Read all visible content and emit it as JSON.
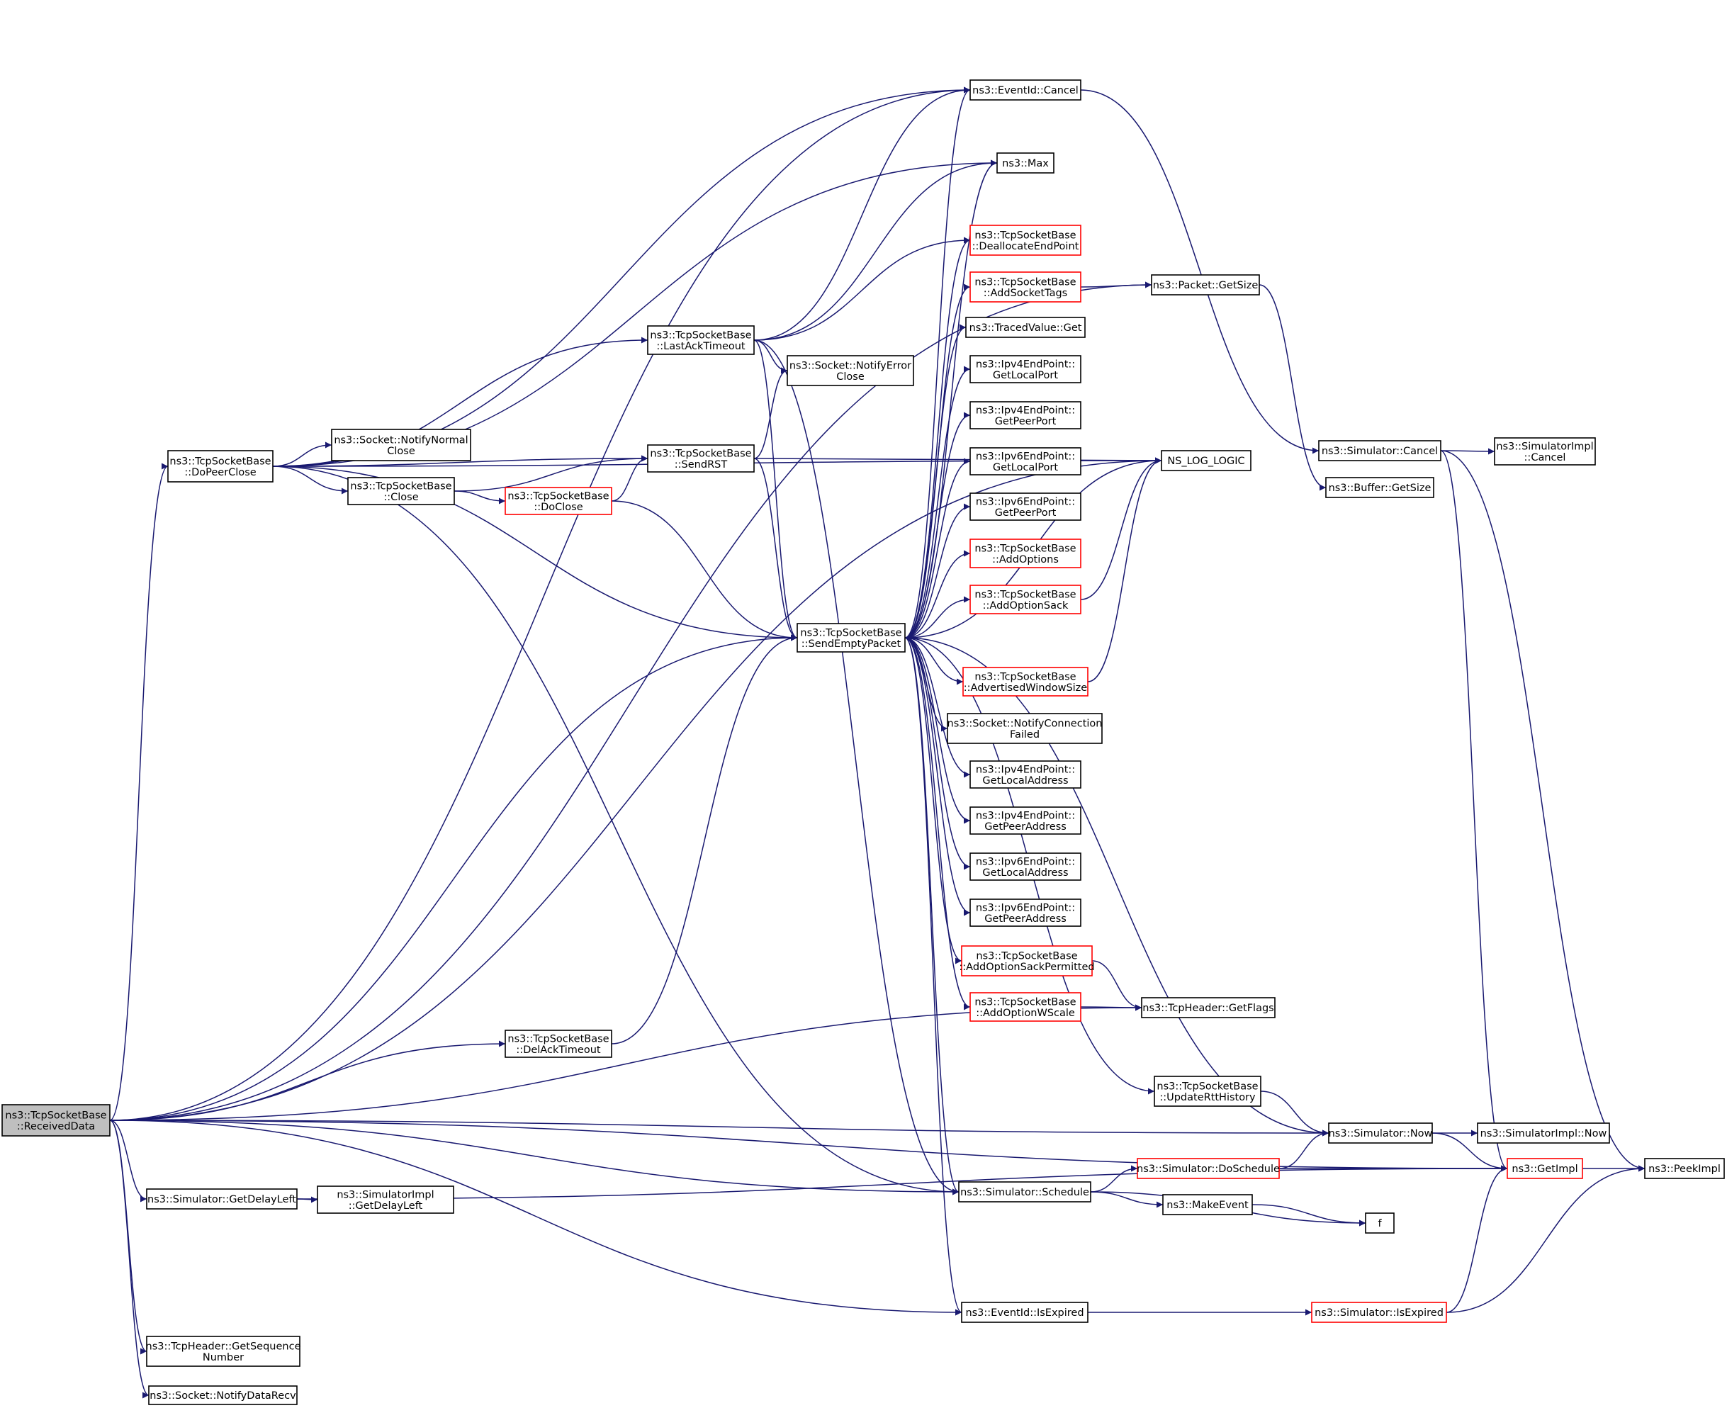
{
  "colors": {
    "edge": "#191970",
    "node_border": "#000000",
    "node_border_truncated": "#ff0000",
    "root_fill": "#bfbfbf",
    "node_fill": "#ffffff",
    "background": "#ffffff"
  },
  "nodes": [
    {
      "id": "received_data",
      "lines": [
        "ns3::TcpSocketBase",
        "::ReceivedData"
      ],
      "kind": "root"
    },
    {
      "id": "do_peer_close",
      "lines": [
        "ns3::TcpSocketBase",
        "::DoPeerClose"
      ],
      "kind": "normal"
    },
    {
      "id": "notify_normal_close",
      "lines": [
        "ns3::Socket::NotifyNormal",
        "Close"
      ],
      "kind": "normal"
    },
    {
      "id": "tcp_close",
      "lines": [
        "ns3::TcpSocketBase",
        "::Close"
      ],
      "kind": "normal"
    },
    {
      "id": "do_close",
      "lines": [
        "ns3::TcpSocketBase",
        "::DoClose"
      ],
      "kind": "truncated"
    },
    {
      "id": "send_rst",
      "lines": [
        "ns3::TcpSocketBase",
        "::SendRST"
      ],
      "kind": "normal"
    },
    {
      "id": "last_ack_timeout",
      "lines": [
        "ns3::TcpSocketBase",
        "::LastAckTimeout"
      ],
      "kind": "normal"
    },
    {
      "id": "notify_error_close",
      "lines": [
        "ns3::Socket::NotifyError",
        "Close"
      ],
      "kind": "normal"
    },
    {
      "id": "send_empty_packet",
      "lines": [
        "ns3::TcpSocketBase",
        "::SendEmptyPacket"
      ],
      "kind": "normal"
    },
    {
      "id": "del_ack_timeout",
      "lines": [
        "ns3::TcpSocketBase",
        "::DelAckTimeout"
      ],
      "kind": "normal"
    },
    {
      "id": "sim_get_delay_left",
      "lines": [
        "ns3::Simulator::GetDelayLeft"
      ],
      "kind": "normal"
    },
    {
      "id": "simimpl_get_delay_left",
      "lines": [
        "ns3::SimulatorImpl",
        "::GetDelayLeft"
      ],
      "kind": "normal"
    },
    {
      "id": "get_sequence_number",
      "lines": [
        "ns3::TcpHeader::GetSequence",
        "Number"
      ],
      "kind": "normal"
    },
    {
      "id": "notify_data_recv",
      "lines": [
        "ns3::Socket::NotifyDataRecv"
      ],
      "kind": "normal"
    },
    {
      "id": "event_cancel",
      "lines": [
        "ns3::EventId::Cancel"
      ],
      "kind": "normal"
    },
    {
      "id": "max",
      "lines": [
        "ns3::Max"
      ],
      "kind": "normal"
    },
    {
      "id": "deallocate_end_point",
      "lines": [
        "ns3::TcpSocketBase",
        "::DeallocateEndPoint"
      ],
      "kind": "truncated"
    },
    {
      "id": "add_socket_tags",
      "lines": [
        "ns3::TcpSocketBase",
        "::AddSocketTags"
      ],
      "kind": "truncated"
    },
    {
      "id": "traced_value_get",
      "lines": [
        "ns3::TracedValue::Get"
      ],
      "kind": "normal"
    },
    {
      "id": "ipv4_get_local_port",
      "lines": [
        "ns3::Ipv4EndPoint::",
        "GetLocalPort"
      ],
      "kind": "normal"
    },
    {
      "id": "ipv4_get_peer_port",
      "lines": [
        "ns3::Ipv4EndPoint::",
        "GetPeerPort"
      ],
      "kind": "normal"
    },
    {
      "id": "ipv6_get_local_port",
      "lines": [
        "ns3::Ipv6EndPoint::",
        "GetLocalPort"
      ],
      "kind": "normal"
    },
    {
      "id": "ipv6_get_peer_port",
      "lines": [
        "ns3::Ipv6EndPoint::",
        "GetPeerPort"
      ],
      "kind": "normal"
    },
    {
      "id": "add_options",
      "lines": [
        "ns3::TcpSocketBase",
        "::AddOptions"
      ],
      "kind": "truncated"
    },
    {
      "id": "add_option_sack",
      "lines": [
        "ns3::TcpSocketBase",
        "::AddOptionSack"
      ],
      "kind": "truncated"
    },
    {
      "id": "advertised_window_size",
      "lines": [
        "ns3::TcpSocketBase",
        "::AdvertisedWindowSize"
      ],
      "kind": "truncated"
    },
    {
      "id": "notify_connection_failed",
      "lines": [
        "ns3::Socket::NotifyConnection",
        "Failed"
      ],
      "kind": "normal"
    },
    {
      "id": "ipv4_get_local_address",
      "lines": [
        "ns3::Ipv4EndPoint::",
        "GetLocalAddress"
      ],
      "kind": "normal"
    },
    {
      "id": "ipv4_get_peer_address",
      "lines": [
        "ns3::Ipv4EndPoint::",
        "GetPeerAddress"
      ],
      "kind": "normal"
    },
    {
      "id": "ipv6_get_local_address",
      "lines": [
        "ns3::Ipv6EndPoint::",
        "GetLocalAddress"
      ],
      "kind": "normal"
    },
    {
      "id": "ipv6_get_peer_address",
      "lines": [
        "ns3::Ipv6EndPoint::",
        "GetPeerAddress"
      ],
      "kind": "normal"
    },
    {
      "id": "add_option_sack_permitted",
      "lines": [
        "ns3::TcpSocketBase",
        "::AddOptionSackPermitted"
      ],
      "kind": "truncated"
    },
    {
      "id": "add_option_wscale",
      "lines": [
        "ns3::TcpSocketBase",
        "::AddOptionWScale"
      ],
      "kind": "truncated"
    },
    {
      "id": "packet_get_size",
      "lines": [
        "ns3::Packet::GetSize"
      ],
      "kind": "normal"
    },
    {
      "id": "ns_log_logic",
      "lines": [
        "NS_LOG_LOGIC"
      ],
      "kind": "normal"
    },
    {
      "id": "buffer_get_size",
      "lines": [
        "ns3::Buffer::GetSize"
      ],
      "kind": "normal"
    },
    {
      "id": "sim_cancel",
      "lines": [
        "ns3::Simulator::Cancel"
      ],
      "kind": "normal"
    },
    {
      "id": "simimpl_cancel",
      "lines": [
        "ns3::SimulatorImpl",
        "::Cancel"
      ],
      "kind": "normal"
    },
    {
      "id": "tcpheader_get_flags",
      "lines": [
        "ns3::TcpHeader::GetFlags"
      ],
      "kind": "normal"
    },
    {
      "id": "update_rtt_history",
      "lines": [
        "ns3::TcpSocketBase",
        "::UpdateRttHistory"
      ],
      "kind": "normal"
    },
    {
      "id": "sim_now",
      "lines": [
        "ns3::Simulator::Now"
      ],
      "kind": "normal"
    },
    {
      "id": "simimpl_now",
      "lines": [
        "ns3::SimulatorImpl::Now"
      ],
      "kind": "normal"
    },
    {
      "id": "sim_do_schedule",
      "lines": [
        "ns3::Simulator::DoSchedule"
      ],
      "kind": "truncated"
    },
    {
      "id": "get_impl",
      "lines": [
        "ns3::GetImpl"
      ],
      "kind": "truncated"
    },
    {
      "id": "peek_impl",
      "lines": [
        "ns3::PeekImpl"
      ],
      "kind": "normal"
    },
    {
      "id": "sim_schedule",
      "lines": [
        "ns3::Simulator::Schedule"
      ],
      "kind": "normal"
    },
    {
      "id": "make_event",
      "lines": [
        "ns3::MakeEvent"
      ],
      "kind": "normal"
    },
    {
      "id": "f",
      "lines": [
        "f"
      ],
      "kind": "normal"
    },
    {
      "id": "event_is_expired",
      "lines": [
        "ns3::EventId::IsExpired"
      ],
      "kind": "normal"
    },
    {
      "id": "sim_is_expired",
      "lines": [
        "ns3::Simulator::IsExpired"
      ],
      "kind": "truncated"
    }
  ],
  "edges": [
    [
      "received_data",
      "do_peer_close"
    ],
    [
      "received_data",
      "event_cancel"
    ],
    [
      "received_data",
      "packet_get_size"
    ],
    [
      "received_data",
      "ns_log_logic"
    ],
    [
      "received_data",
      "del_ack_timeout"
    ],
    [
      "received_data",
      "send_empty_packet"
    ],
    [
      "received_data",
      "tcpheader_get_flags"
    ],
    [
      "received_data",
      "sim_now"
    ],
    [
      "received_data",
      "sim_get_delay_left"
    ],
    [
      "received_data",
      "sim_schedule"
    ],
    [
      "received_data",
      "get_impl"
    ],
    [
      "received_data",
      "event_is_expired"
    ],
    [
      "received_data",
      "get_sequence_number"
    ],
    [
      "received_data",
      "notify_data_recv"
    ],
    [
      "do_peer_close",
      "event_cancel"
    ],
    [
      "do_peer_close",
      "max"
    ],
    [
      "do_peer_close",
      "ns_log_logic"
    ],
    [
      "do_peer_close",
      "last_ack_timeout"
    ],
    [
      "do_peer_close",
      "notify_normal_close"
    ],
    [
      "do_peer_close",
      "tcp_close"
    ],
    [
      "do_peer_close",
      "send_rst"
    ],
    [
      "do_peer_close",
      "send_empty_packet"
    ],
    [
      "do_peer_close",
      "sim_schedule"
    ],
    [
      "tcp_close",
      "send_rst"
    ],
    [
      "tcp_close",
      "do_close"
    ],
    [
      "do_close",
      "send_rst"
    ],
    [
      "do_close",
      "send_empty_packet"
    ],
    [
      "send_rst",
      "notify_error_close"
    ],
    [
      "send_rst",
      "send_empty_packet"
    ],
    [
      "send_rst",
      "ns_log_logic"
    ],
    [
      "last_ack_timeout",
      "event_cancel"
    ],
    [
      "last_ack_timeout",
      "max"
    ],
    [
      "last_ack_timeout",
      "deallocate_end_point"
    ],
    [
      "last_ack_timeout",
      "notify_error_close"
    ],
    [
      "last_ack_timeout",
      "send_empty_packet"
    ],
    [
      "last_ack_timeout",
      "sim_schedule"
    ],
    [
      "del_ack_timeout",
      "send_empty_packet"
    ],
    [
      "send_empty_packet",
      "event_cancel"
    ],
    [
      "send_empty_packet",
      "max"
    ],
    [
      "send_empty_packet",
      "deallocate_end_point"
    ],
    [
      "send_empty_packet",
      "add_socket_tags"
    ],
    [
      "send_empty_packet",
      "traced_value_get"
    ],
    [
      "send_empty_packet",
      "ipv4_get_local_port"
    ],
    [
      "send_empty_packet",
      "ipv4_get_peer_port"
    ],
    [
      "send_empty_packet",
      "ipv6_get_local_port"
    ],
    [
      "send_empty_packet",
      "ipv6_get_peer_port"
    ],
    [
      "send_empty_packet",
      "add_options"
    ],
    [
      "send_empty_packet",
      "add_option_sack"
    ],
    [
      "send_empty_packet",
      "ns_log_logic"
    ],
    [
      "send_empty_packet",
      "advertised_window_size"
    ],
    [
      "send_empty_packet",
      "notify_connection_failed"
    ],
    [
      "send_empty_packet",
      "ipv4_get_local_address"
    ],
    [
      "send_empty_packet",
      "ipv4_get_peer_address"
    ],
    [
      "send_empty_packet",
      "ipv6_get_local_address"
    ],
    [
      "send_empty_packet",
      "ipv6_get_peer_address"
    ],
    [
      "send_empty_packet",
      "add_option_sack_permitted"
    ],
    [
      "send_empty_packet",
      "add_option_wscale"
    ],
    [
      "send_empty_packet",
      "sim_now"
    ],
    [
      "send_empty_packet",
      "update_rtt_history"
    ],
    [
      "send_empty_packet",
      "sim_schedule"
    ],
    [
      "send_empty_packet",
      "event_is_expired"
    ],
    [
      "event_cancel",
      "sim_cancel"
    ],
    [
      "add_socket_tags",
      "packet_get_size"
    ],
    [
      "add_option_sack",
      "ns_log_logic"
    ],
    [
      "advertised_window_size",
      "ns_log_logic"
    ],
    [
      "add_option_sack_permitted",
      "tcpheader_get_flags"
    ],
    [
      "add_option_wscale",
      "tcpheader_get_flags"
    ],
    [
      "packet_get_size",
      "buffer_get_size"
    ],
    [
      "sim_cancel",
      "simimpl_cancel"
    ],
    [
      "sim_cancel",
      "get_impl"
    ],
    [
      "sim_cancel",
      "peek_impl"
    ],
    [
      "update_rtt_history",
      "sim_now"
    ],
    [
      "sim_now",
      "simimpl_now"
    ],
    [
      "sim_now",
      "get_impl"
    ],
    [
      "sim_get_delay_left",
      "simimpl_get_delay_left"
    ],
    [
      "sim_get_delay_left",
      "get_impl"
    ],
    [
      "sim_schedule",
      "sim_do_schedule"
    ],
    [
      "sim_schedule",
      "make_event"
    ],
    [
      "sim_schedule",
      "f"
    ],
    [
      "sim_do_schedule",
      "sim_now"
    ],
    [
      "sim_do_schedule",
      "get_impl"
    ],
    [
      "make_event",
      "f"
    ],
    [
      "get_impl",
      "peek_impl"
    ],
    [
      "event_is_expired",
      "sim_is_expired"
    ],
    [
      "sim_is_expired",
      "get_impl"
    ],
    [
      "sim_is_expired",
      "peek_impl"
    ]
  ]
}
